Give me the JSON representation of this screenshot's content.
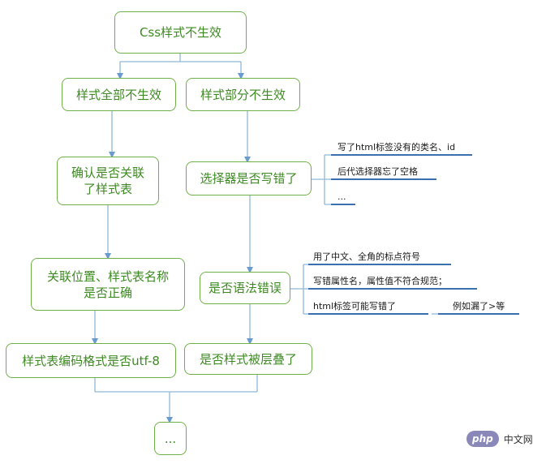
{
  "nodes": {
    "root": "Css样式不生效",
    "all_not_effective": "样式全部不生效",
    "part_not_effective": "样式部分不生效",
    "check_linked_line1": "确认是否关联",
    "check_linked_line2": "了样式表",
    "selector_wrong": "选择器是否写错了",
    "link_position_line1": "关联位置、样式表名称",
    "link_position_line2": "是否正确",
    "syntax_error": "是否语法错误",
    "encoding_utf8": "样式表编码格式是否utf-8",
    "overridden": "是否样式被层叠了",
    "ellipsis": "..."
  },
  "notes": {
    "selector": [
      "写了html标签没有的类名、id",
      "后代选择器忘了空格",
      "..."
    ],
    "syntax": [
      "用了中文、全角的标点符号",
      "写错属性名，属性值不符合规范；",
      "html标签可能写错了"
    ],
    "syntax_sub": "例如漏了>等"
  },
  "watermark": {
    "logo": "php",
    "text": "中文网"
  },
  "colors": {
    "box_border": "#70b048",
    "box_text": "#3d8a22",
    "connector": "#8fb8d8",
    "note_underline": "#3a6fb0",
    "arrow": "#6a9bcf"
  }
}
